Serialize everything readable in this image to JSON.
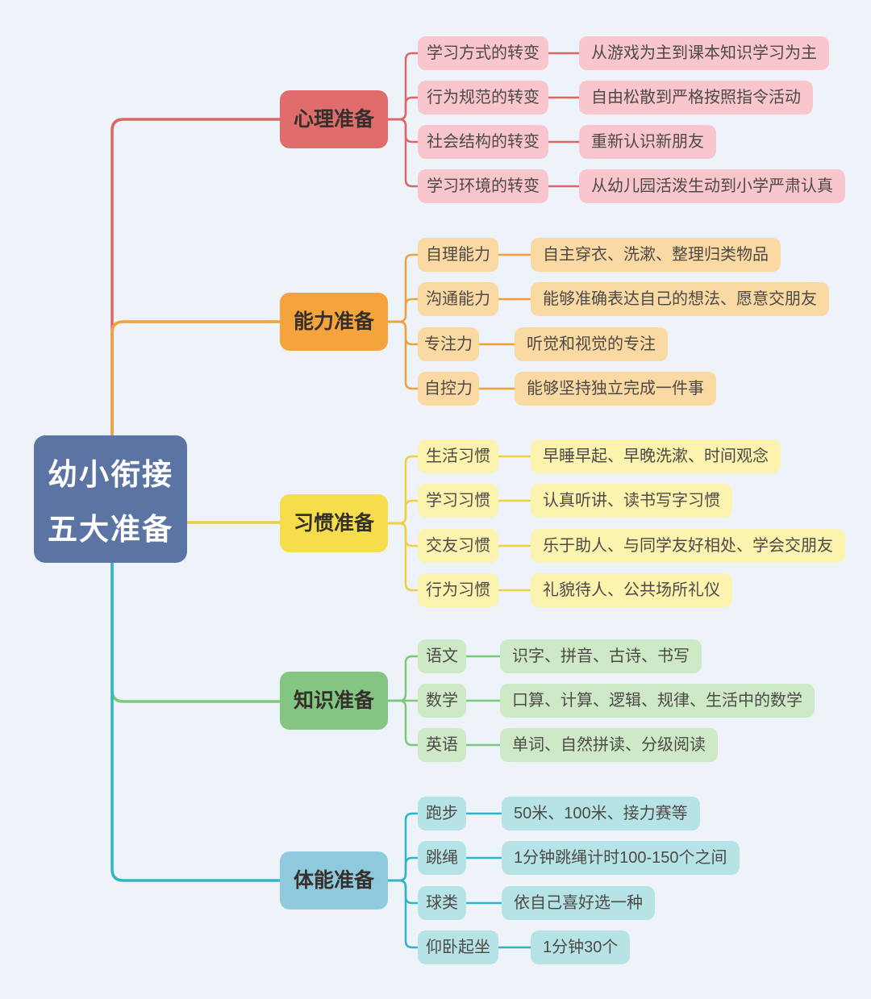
{
  "background_color": "#edf3f8",
  "center": {
    "line1": "幼小衔接",
    "line2": "五大准备",
    "color": "#5b74a3",
    "text_color": "#ffffff"
  },
  "branches": [
    {
      "label": "心理准备",
      "color": "#e06c6c",
      "line_color": "#dd6666",
      "light_color": "#f8c6cc",
      "children": [
        {
          "label": "学习方式的转变",
          "detail": "从游戏为主到课本知识学习为主"
        },
        {
          "label": "行为规范的转变",
          "detail": "自由松散到严格按照指令活动"
        },
        {
          "label": "社会结构的转变",
          "detail": "重新认识新朋友"
        },
        {
          "label": "学习环境的转变",
          "detail": "从幼儿园活泼生动到小学严肃认真"
        }
      ]
    },
    {
      "label": "能力准备",
      "color": "#f5a33c",
      "line_color": "#f2a03a",
      "light_color": "#fbd9a2",
      "children": [
        {
          "label": "自理能力",
          "detail": "自主穿衣、洗漱、整理归类物品"
        },
        {
          "label": "沟通能力",
          "detail": "能够准确表达自己的想法、愿意交朋友"
        },
        {
          "label": "专注力",
          "detail": "听觉和视觉的专注"
        },
        {
          "label": "自控力",
          "detail": "能够坚持独立完成一件事"
        }
      ]
    },
    {
      "label": "习惯准备",
      "color": "#f6dd4b",
      "line_color": "#edd23e",
      "light_color": "#fcf3ae",
      "children": [
        {
          "label": "生活习惯",
          "detail": "早睡早起、早晚洗漱、时间观念"
        },
        {
          "label": "学习习惯",
          "detail": "认真听讲、读书写字习惯"
        },
        {
          "label": "交友习惯",
          "detail": "乐于助人、与同学友好相处、学会交朋友"
        },
        {
          "label": "行为习惯",
          "detail": "礼貌待人、公共场所礼仪"
        }
      ]
    },
    {
      "label": "知识准备",
      "color": "#82c682",
      "line_color": "#7cc87c",
      "light_color": "#cde9c6",
      "children": [
        {
          "label": "语文",
          "detail": "识字、拼音、古诗、书写"
        },
        {
          "label": "数学",
          "detail": "口算、计算、逻辑、规律、生活中的数学"
        },
        {
          "label": "英语",
          "detail": "单词、自然拼读、分级阅读"
        }
      ]
    },
    {
      "label": "体能准备",
      "color": "#8fc9de",
      "line_color": "#2fb5c5",
      "light_color": "#b6e3e6",
      "children": [
        {
          "label": "跑步",
          "detail": "50米、100米、接力赛等"
        },
        {
          "label": "跳绳",
          "detail": "1分钟跳绳计时100-150个之间"
        },
        {
          "label": "球类",
          "detail": "依自己喜好选一种"
        },
        {
          "label": "仰卧起坐",
          "detail": "1分钟30个"
        }
      ]
    }
  ]
}
